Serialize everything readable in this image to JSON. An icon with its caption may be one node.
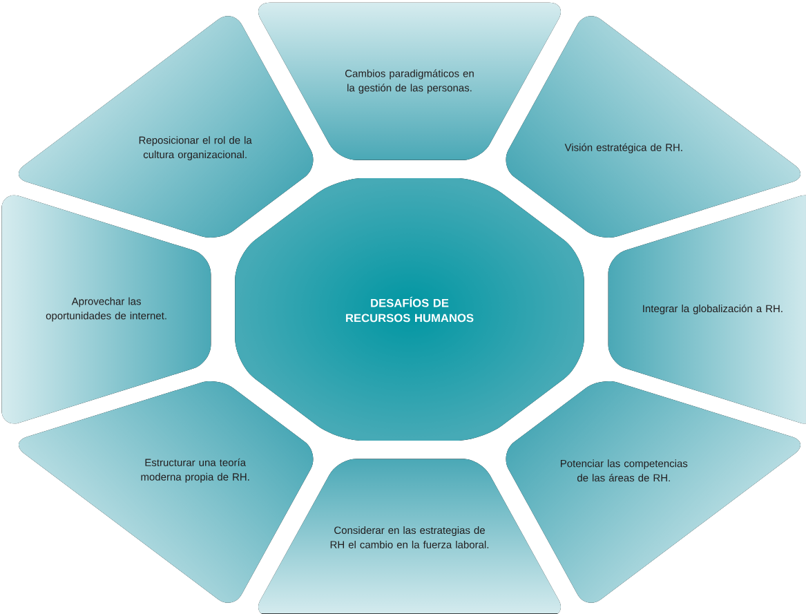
{
  "diagram": {
    "nodes": [
      {
        "text": [
          "DESAFÍOS DE RECURSOS HUMANOS"
        ]
      },
      {
        "text": [
          "Cambios paradigmáticos en la gestión de las personas."
        ]
      },
      {
        "text": [
          "Visión estratégica de RH."
        ]
      },
      {
        "text": [
          "Integrar la globalización a RH."
        ]
      },
      {
        "text": [
          "Potenciar las competencias de las áreas de RH."
        ]
      },
      {
        "text": [
          "Considerar en las estrategias de RH el cambio en la fuerza laboral."
        ]
      },
      {
        "text": [
          "Estructurar una teoría moderna propia de RH."
        ]
      },
      {
        "text": [
          "Aprovechar las oportunidades de internet."
        ]
      },
      {
        "text": [
          "Reposicionar el rol de la cultura organizacional."
        ]
      }
    ]
  }
}
